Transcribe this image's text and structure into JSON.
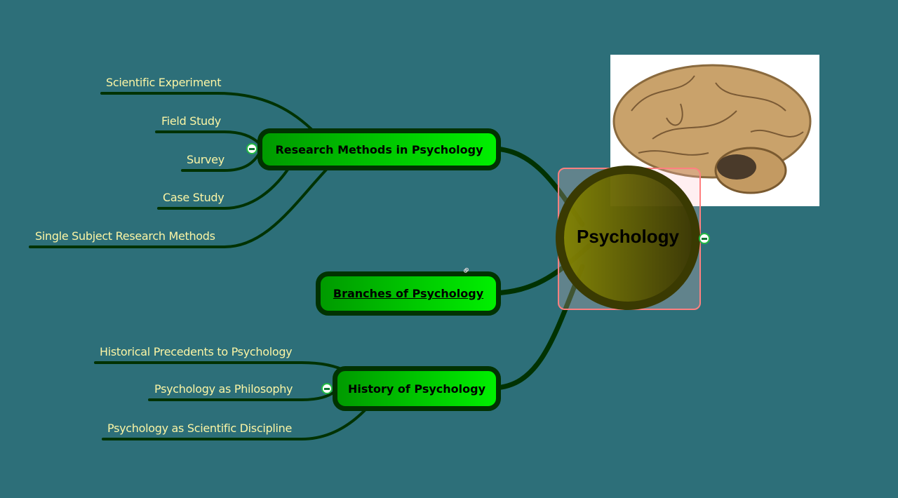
{
  "central": {
    "label": "Psychology"
  },
  "topics": [
    {
      "label": "Research Methods in Psychology",
      "children": [
        "Scientific Experiment",
        "Field Study",
        "Survey",
        "Case Study",
        "Single Subject Research Methods"
      ]
    },
    {
      "label": "Branches of Psychology",
      "linked": true
    },
    {
      "label": "History of Psychology",
      "children": [
        "Historical Precedents to Psychology",
        "Psychology as Philosophy",
        "Psychology as Scientific Discipline"
      ]
    }
  ],
  "colors": {
    "background": "#2d6f79",
    "topic_fill": "#00e000",
    "connector": "#013201",
    "leaf_text": "#fbf5a5",
    "selection": "#ff8080"
  }
}
